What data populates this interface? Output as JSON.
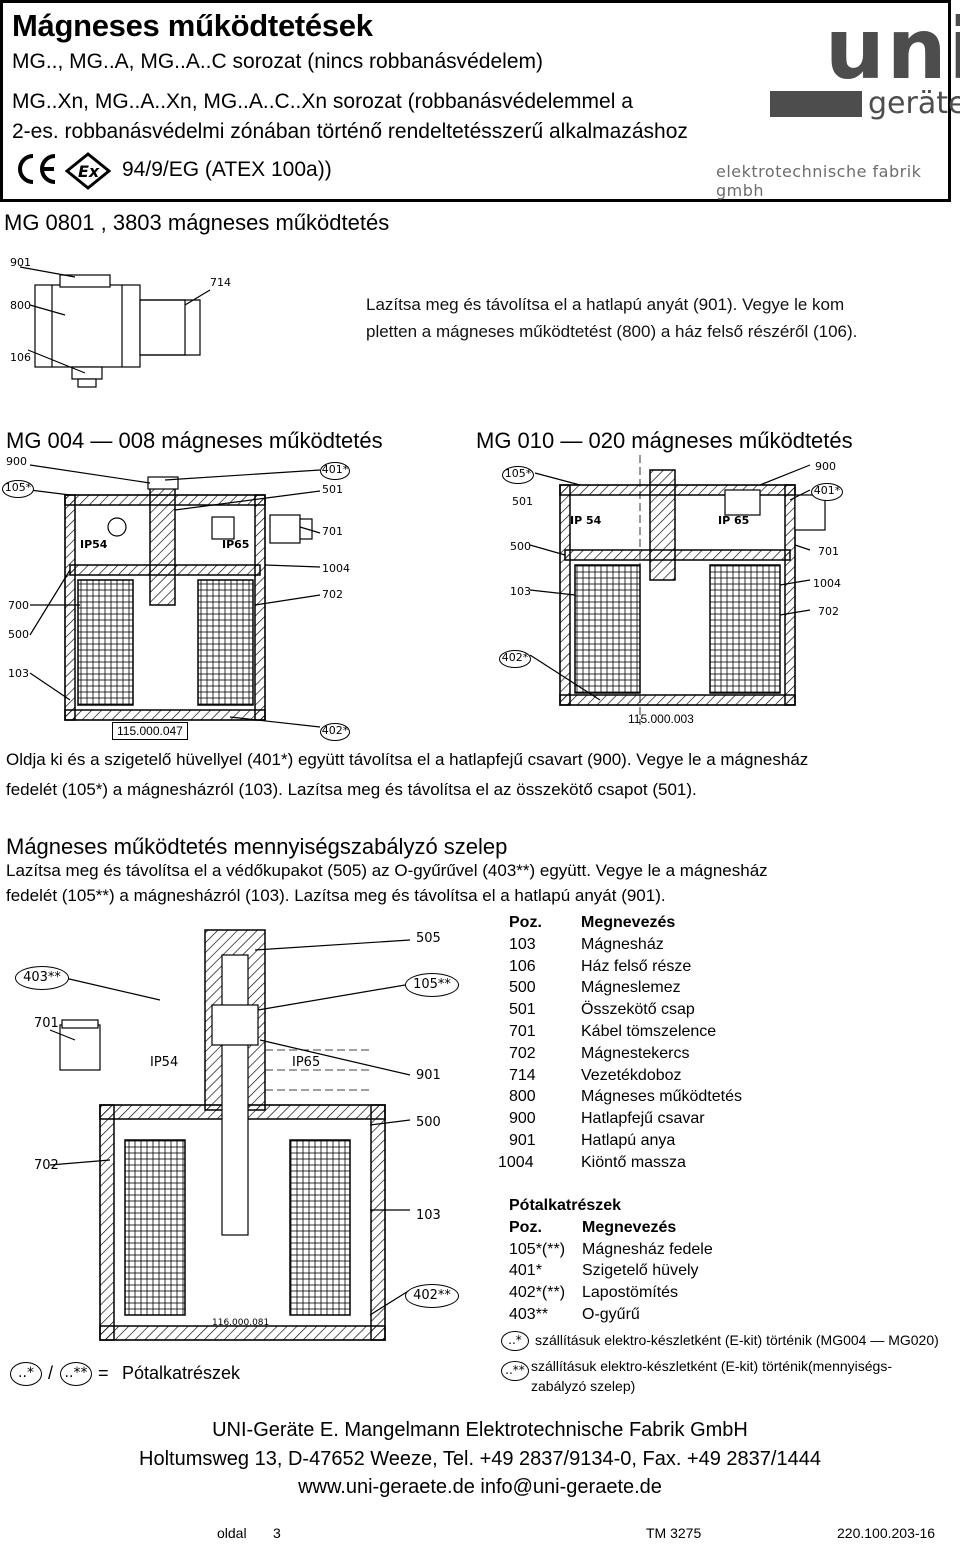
{
  "header": {
    "title": "Mágneses működtetések",
    "line1": "MG.., MG..A, MG..A..C sorozat (nincs robbanásvédelem)",
    "line2": "MG..Xn, MG..A..Xn, MG..A..C..Xn sorozat (robbanásvédelemmel a",
    "line3": "2-es. robbanásvédelmi zónában történő rendeltetésszerű alkalmazáshoz",
    "line4": "94/9/EG (ATEX 100a))",
    "ce_mark": "CE",
    "ex_mark": "Ex"
  },
  "logo": {
    "uni": "uni",
    "gerate": "geräte",
    "subtitle": "elektrotechnische fabrik gmbh"
  },
  "section1": {
    "title": "MG 0801 , 3803 mágneses működtetés",
    "text1": "Lazítsa meg és távolítsa el a hatlapú anyát (901). Vegye le kom",
    "text2": "pletten a mágneses működtetést (800) a ház felső részéről (106).",
    "labels": {
      "l901": "901",
      "l800": "800",
      "l106": "106",
      "l714": "714"
    }
  },
  "section2": {
    "title_left": "MG 004 — 008 mágneses működtetés",
    "title_right": "MG 010 — 020 mágneses működtetés",
    "left_labels": {
      "l900": "900",
      "l105": "105*",
      "l401": "401*",
      "l501": "501",
      "l701": "701",
      "l1004": "1004",
      "l702": "702",
      "l700": "700",
      "l500": "500",
      "l103": "103",
      "l402": "402*",
      "ip54": "IP54",
      "ip65": "IP65",
      "drawing_no": "115.000.047"
    },
    "right_labels": {
      "l105": "105*",
      "l501": "501",
      "l900": "900",
      "l401": "401*",
      "ip54": "IP 54",
      "ip65": "IP 65",
      "l500": "500",
      "l701": "701",
      "l103": "103",
      "l1004": "1004",
      "l702": "702",
      "l402": "402*",
      "drawing_no": "115.000.003"
    },
    "text1": "Oldja ki és a szigetelő hüvellyel (401*) együtt távolítsa el a hatlapfejű csavart (900). Vegye le a mágnesház",
    "text2": "fedelét (105*) a mágnesházról (103). Lazítsa meg és távolítsa el az összekötő csapot (501)."
  },
  "section3": {
    "title": "Mágneses működtetés mennyiségszabályzó szelep",
    "text1": "Lazítsa meg és távolítsa el a védőkupakot (505) az O-gyűrűvel (403**) együtt. Vegye le a mágnesház",
    "text2": "fedelét (105**) a mágnesházról (103). Lazítsa meg és távolítsa el a hatlapú anyát (901).",
    "labels": {
      "l403": "403**",
      "l701": "701",
      "l702": "702",
      "l505": "505",
      "l105": "105**",
      "l901": "901",
      "l500": "500",
      "l103": "103",
      "l402": "402**",
      "ip54": "IP54",
      "ip65": "IP65",
      "drawing_no": "116.000.081"
    },
    "legend": {
      "star": "..*",
      "slash": "/",
      "dstar": "..**",
      "eq": "=",
      "label": "Pótalkatrészek"
    }
  },
  "parts_table": {
    "header": {
      "pos": "Poz.",
      "name": "Megnevezés"
    },
    "rows": [
      {
        "pos": "103",
        "name": "Mágnesház"
      },
      {
        "pos": "106",
        "name": "Ház felső része"
      },
      {
        "pos": "500",
        "name": "Mágneslemez"
      },
      {
        "pos": "501",
        "name": "Összekötő csap"
      },
      {
        "pos": "701",
        "name": "Kábel tömszelence"
      },
      {
        "pos": "702",
        "name": "Mágnestekercs"
      },
      {
        "pos": "714",
        "name": "Vezetékdoboz"
      },
      {
        "pos": "800",
        "name": "Mágneses működtetés"
      },
      {
        "pos": "900",
        "name": "Hatlapfejű csavar"
      },
      {
        "pos": "901",
        "name": "Hatlapú anya"
      },
      {
        "pos": "1004",
        "name": "Kiöntő massza"
      }
    ]
  },
  "spare_table": {
    "title": "Pótalkatrészek",
    "header": {
      "pos": "Poz.",
      "name": "Megnevezés"
    },
    "rows": [
      {
        "pos": "105*(**)",
        "name": "Mágnesház fedele"
      },
      {
        "pos": "401*",
        "name": "Szigetelő hüvely"
      },
      {
        "pos": "402*(**)",
        "name": "Lapostömítés"
      },
      {
        "pos": "403**",
        "name": "O-gyűrű"
      }
    ],
    "note1_mark": "..*",
    "note1": "szállításuk elektro-készletként (E-kit) történik (MG004 — MG020)",
    "note2_mark": "..**",
    "note2a": "szállításuk elektro-készletként (E-kit) történik(mennyiségs-",
    "note2b": "zabályzó szelep)"
  },
  "footer": {
    "company": "UNI-Geräte E. Mangelmann Elektrotechnische Fabrik GmbH",
    "address": "Holtumsweg 13, D-47652 Weeze, Tel. +49 2837/9134-0, Fax. +49 2837/1444",
    "web": "www.uni-geraete.de  info@uni-geraete.de",
    "page_label": "oldal",
    "page_num": "3",
    "tm": "TM 3275",
    "code": "220.100.203-16"
  }
}
